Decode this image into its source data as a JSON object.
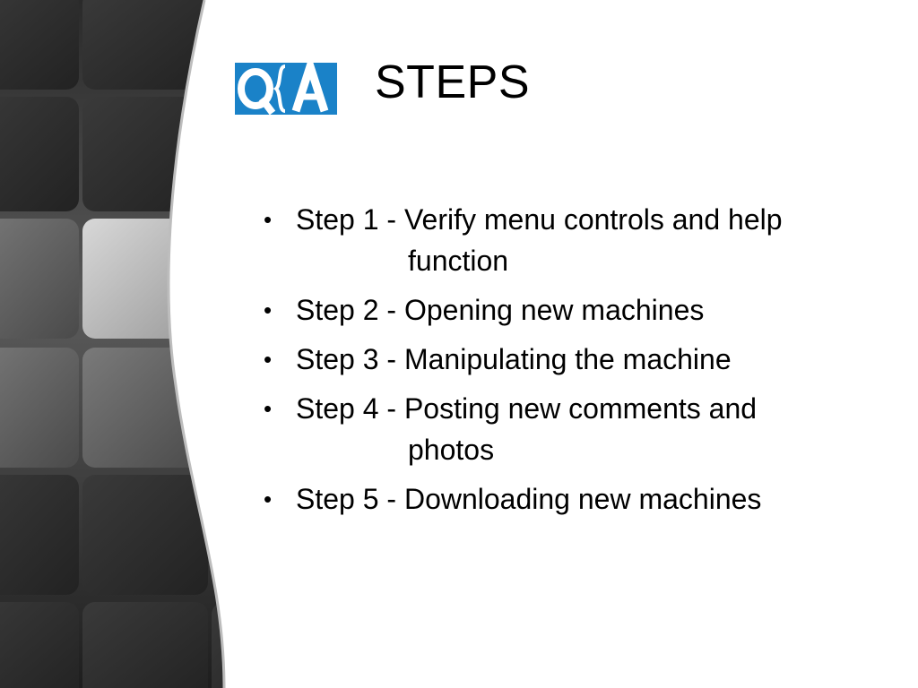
{
  "slide": {
    "title": "STEPS",
    "logo_icon": "qa-logo-icon",
    "accent_color": "#1a82c8",
    "steps": [
      {
        "line1": "Step 1 - Verify menu controls and help",
        "line2": "function"
      },
      {
        "line1": "Step 2 - Opening new machines",
        "line2": ""
      },
      {
        "line1": "Step 3 - Manipulating the machine",
        "line2": ""
      },
      {
        "line1": "Step 4 - Posting new comments and",
        "line2": "photos"
      },
      {
        "line1": "Step 5 - Downloading new machines",
        "line2": ""
      }
    ]
  }
}
